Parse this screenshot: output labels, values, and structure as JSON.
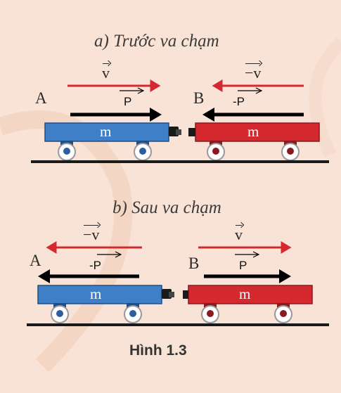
{
  "panel_a": {
    "title": "a) Trước va chạm",
    "cart_a": {
      "name": "A",
      "mass": "m",
      "velocity": "v",
      "momentum": "P"
    },
    "cart_b": {
      "name": "B",
      "mass": "m",
      "velocity": "−v",
      "momentum": "-P"
    }
  },
  "panel_b": {
    "title": "b) Sau va chạm",
    "cart_a": {
      "name": "A",
      "mass": "m",
      "velocity": "−v",
      "momentum": "-P"
    },
    "cart_b": {
      "name": "B",
      "mass": "m",
      "velocity": "v",
      "momentum": "P"
    }
  },
  "caption": "Hình 1.3",
  "colors": {
    "background": "#f9e3d6",
    "blue_cart": "#3f7fc7",
    "red_cart": "#d42a2f",
    "velocity_arrow": "#d42a2f",
    "momentum_arrow": "#000000",
    "track": "#1a1a1a"
  }
}
